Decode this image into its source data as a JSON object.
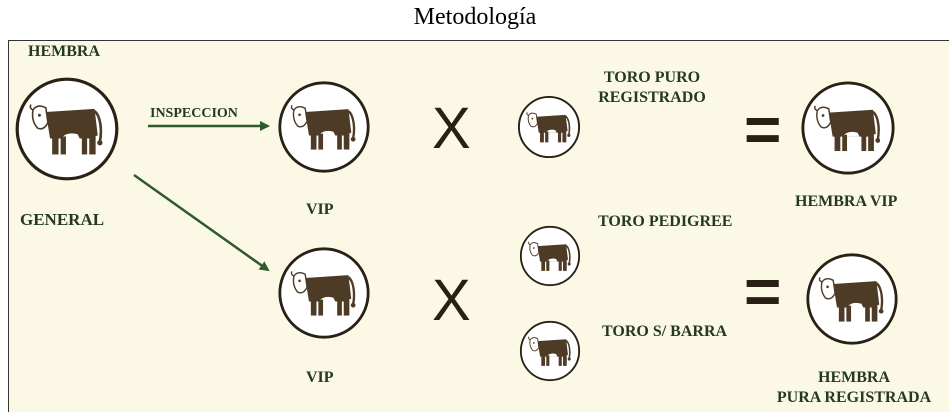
{
  "title": "Metodología",
  "labels": {
    "hembra": "HEMBRA",
    "general": "GENERAL",
    "inspeccion": "INSPECCION",
    "vip_top": "VIP",
    "vip_bottom": "VIP",
    "toro_puro_1": "TORO PURO",
    "toro_puro_2": "REGISTRADO",
    "toro_pedigree": "TORO PEDIGREE",
    "toro_barra": "TORO S/ BARRA",
    "hembra_vip": "HEMBRA VIP",
    "hembra_pura_1": "HEMBRA",
    "hembra_pura_2": "PURA REGISTRADA"
  },
  "operators": {
    "times": "X",
    "equals": "="
  },
  "colors": {
    "panel": "#fbf8e6",
    "text": "#243a1e",
    "cow": "#4d3b26",
    "circle": "#2a2015",
    "arrow": "#2f5a2a"
  },
  "icons": [
    "cow-icon"
  ]
}
